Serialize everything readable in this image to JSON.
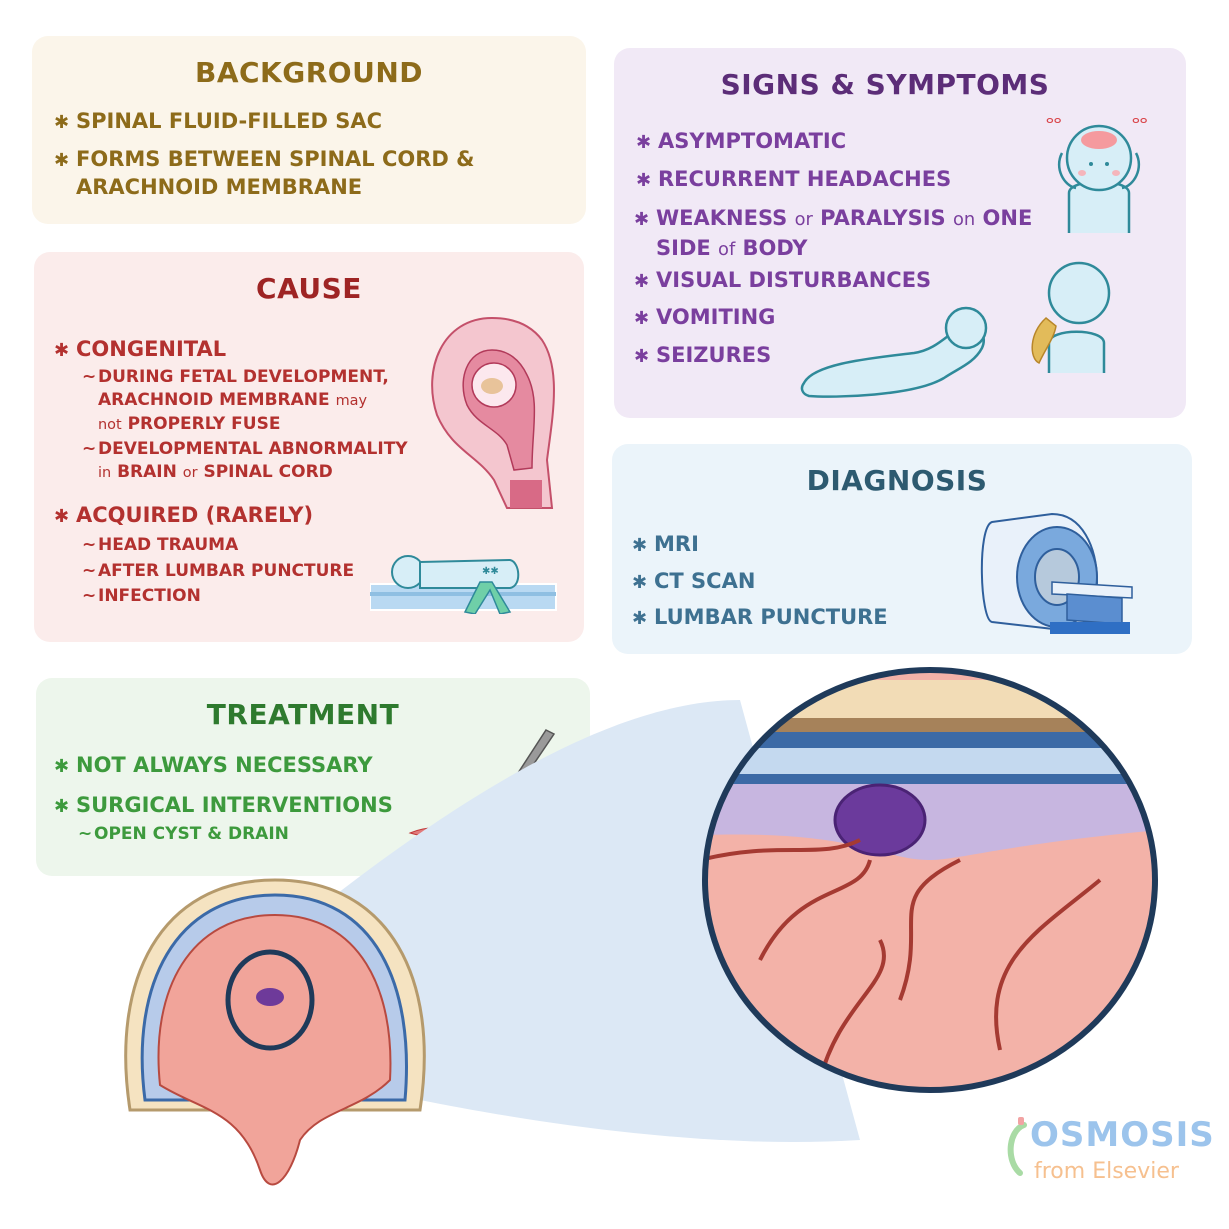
{
  "background": {
    "title": "BACKGROUND",
    "items": [
      {
        "text": "SPINAL FLUID-FILLED SAC"
      },
      {
        "line1": "FORMS BETWEEN SPINAL CORD &",
        "line2": "ARACHNOID MEMBRANE"
      }
    ]
  },
  "cause": {
    "title": "CAUSE",
    "congenital": {
      "label": "CONGENITAL",
      "sub1": {
        "line1": "DURING FETAL DEVELOPMENT,",
        "line2a": "ARACHNOID MEMBRANE ",
        "line2b": "may",
        "line3a": "not",
        "line3b": " PROPERLY FUSE"
      },
      "sub2": {
        "line1": "DEVELOPMENTAL ABNORMALITY",
        "line2a": "in",
        "line2b": " BRAIN ",
        "line2c": "or",
        "line2d": " SPINAL CORD"
      }
    },
    "acquired": {
      "label": "ACQUIRED (RARELY)",
      "subs": [
        "HEAD TRAUMA",
        "AFTER LUMBAR PUNCTURE",
        "INFECTION"
      ]
    }
  },
  "signs": {
    "title": "SIGNS & SYMPTOMS",
    "items": [
      {
        "text": "ASYMPTOMATIC"
      },
      {
        "text": "RECURRENT HEADACHES"
      },
      {
        "a": "WEAKNESS ",
        "b": "or",
        "c": " PARALYSIS ",
        "d": "on",
        "e": " ONE",
        "line2a": "SIDE ",
        "line2b": "of",
        "line2c": " BODY"
      },
      {
        "text": "VISUAL DISTURBANCES"
      },
      {
        "text": "VOMITING"
      },
      {
        "text": "SEIZURES"
      }
    ]
  },
  "diagnosis": {
    "title": "DIAGNOSIS",
    "items": [
      "MRI",
      "CT SCAN",
      "LUMBAR PUNCTURE"
    ]
  },
  "treatment": {
    "title": "TREATMENT",
    "items": [
      "NOT ALWAYS NECESSARY",
      "SURGICAL INTERVENTIONS"
    ],
    "sub": "OPEN CYST & DRAIN"
  },
  "symbols": {
    "star": "✱",
    "tilde": "~"
  },
  "logo": {
    "word": "OSMOSIS",
    "sub": "from Elsevier"
  }
}
